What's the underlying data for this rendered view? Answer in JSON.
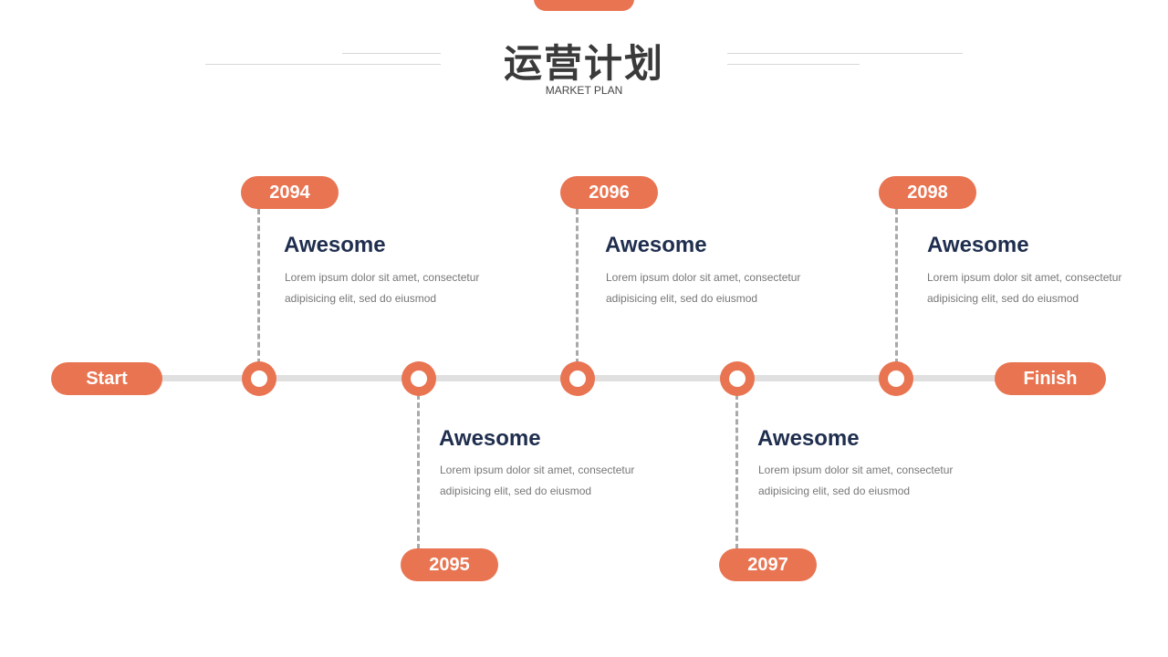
{
  "colors": {
    "accent": "#e97451",
    "title_text": "#3a3a3a",
    "heading_text": "#1f2e4e",
    "track": "#e0e0e0"
  },
  "header": {
    "title": "运营计划",
    "subtitle": "MARKET PLAN"
  },
  "timeline": {
    "start_label": "Start",
    "finish_label": "Finish",
    "milestones": [
      {
        "year": "2094",
        "heading": "Awesome",
        "text": "Lorem ipsum dolor sit amet, consectetur adipisicing elit, sed do eiusmod"
      },
      {
        "year": "2095",
        "heading": "Awesome",
        "text": "Lorem ipsum dolor sit amet, consectetur adipisicing elit, sed do eiusmod"
      },
      {
        "year": "2096",
        "heading": "Awesome",
        "text": "Lorem ipsum dolor sit amet, consectetur adipisicing elit, sed do eiusmod"
      },
      {
        "year": "2097",
        "heading": "Awesome",
        "text": "Lorem ipsum dolor sit amet, consectetur adipisicing elit, sed do eiusmod"
      },
      {
        "year": "2098",
        "heading": "Awesome",
        "text": "Lorem ipsum dolor sit amet, consectetur adipisicing elit, sed do eiusmod"
      }
    ]
  }
}
